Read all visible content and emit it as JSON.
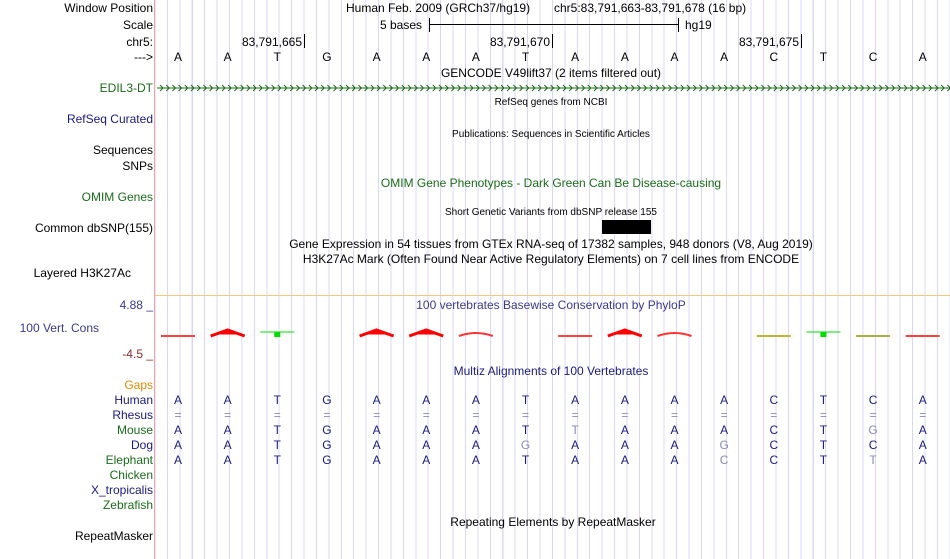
{
  "header": {
    "window_position_label": "Window Position",
    "assembly": "Human Feb. 2009 (GRCh37/hg19)",
    "position": "chr5:83,791,663-83,791,678 (16 bp)",
    "scale_label": "Scale",
    "scale_text": "5 bases",
    "scale_db": "hg19",
    "chrom_label": "chr5:",
    "strand_label": "--->",
    "ticks": [
      "83,791,665",
      "83,791,670",
      "83,791,675"
    ]
  },
  "sequence": [
    "A",
    "A",
    "T",
    "G",
    "A",
    "A",
    "A",
    "T",
    "A",
    "A",
    "A",
    "A",
    "C",
    "T",
    "C",
    "A"
  ],
  "tracks": {
    "gencode_title": "GENCODE V49lift37 (2 items filtered out)",
    "gene_label": "EDIL3-DT",
    "refseq_label": "RefSeq Curated",
    "refseq_title": "RefSeq genes from NCBI",
    "pubs_title": "Publications: Sequences in Scientific Articles",
    "sequences_label": "Sequences",
    "snps_label": "SNPs",
    "omim_label": "OMIM Genes",
    "omim_title": "OMIM Gene Phenotypes - Dark Green Can Be Disease-causing",
    "dbsnp_label": "Common dbSNP(155)",
    "dbsnp_title": "Short Genetic Variants from dbSNP release 155",
    "gtex_title": "Gene Expression in 54 tissues from GTEx RNA-seq of 17382 samples, 948 donors (V8, Aug 2019)",
    "h3k_label": "Layered H3K27Ac",
    "h3k_title": "H3K27Ac Mark (Often Found Near Active Regulatory Elements) on 7 cell lines from ENCODE",
    "cons_label": "100 Vert. Cons",
    "cons_max": "4.88 _",
    "cons_min": "-4.5 _",
    "cons_title": "100 vertebrates Basewise Conservation by PhyloP",
    "multiz_title": "Multiz Alignments of 100 Vertebrates",
    "gaps_label": "Gaps",
    "repeat_label": "RepeatMasker",
    "repeat_title": "Repeating Elements by RepeatMasker"
  },
  "alignment": [
    {
      "species": "Human",
      "seq": "AATGAAATAAAACTCA",
      "dim": []
    },
    {
      "species": "Rhesus",
      "seq": "================",
      "dim": [
        0,
        1,
        2,
        3,
        4,
        5,
        6,
        7,
        8,
        9,
        10,
        11,
        12,
        13,
        14,
        15
      ]
    },
    {
      "species": "Mouse",
      "seq": "AATGAAATTAAACTGA",
      "dim": [
        8,
        14
      ]
    },
    {
      "species": "Dog",
      "seq": "AATGAAAGAAAGCTCA",
      "dim": [
        7,
        11
      ]
    },
    {
      "species": "Elephant",
      "seq": "AATGAAATAAACCTTA",
      "dim": [
        11,
        14
      ]
    },
    {
      "species": "Chicken",
      "seq": "",
      "dim": []
    },
    {
      "species": "X_tropicalis",
      "seq": "",
      "dim": []
    },
    {
      "species": "Zebrafish",
      "seq": "",
      "dim": []
    }
  ],
  "phylop": [
    {
      "base": 0,
      "type": "flat",
      "color": "#ff4040"
    },
    {
      "base": 1,
      "type": "peak",
      "color": "#ff0000"
    },
    {
      "base": 2,
      "type": "dot",
      "color": "#00dd00"
    },
    {
      "base": 4,
      "type": "peak",
      "color": "#ff0000"
    },
    {
      "base": 5,
      "type": "peak",
      "color": "#ff0000"
    },
    {
      "base": 6,
      "type": "hump",
      "color": "#ff3030"
    },
    {
      "base": 8,
      "type": "flat",
      "color": "#ff4040"
    },
    {
      "base": 9,
      "type": "peak",
      "color": "#ff0000"
    },
    {
      "base": 10,
      "type": "hump",
      "color": "#ff3030"
    },
    {
      "base": 12,
      "type": "flat",
      "color": "#b8b830"
    },
    {
      "base": 13,
      "type": "dot",
      "color": "#00dd00"
    },
    {
      "base": 14,
      "type": "flat",
      "color": "#a8b040"
    },
    {
      "base": 15,
      "type": "flat",
      "color": "#ff4040"
    }
  ],
  "colors": {
    "gene": "#1a6b1a",
    "navy": "#1a1a80",
    "cons": "#3a3a8c",
    "gaps": "#e08a00",
    "cons_min": "#8b2a2a",
    "divider": "#f5c77a"
  }
}
